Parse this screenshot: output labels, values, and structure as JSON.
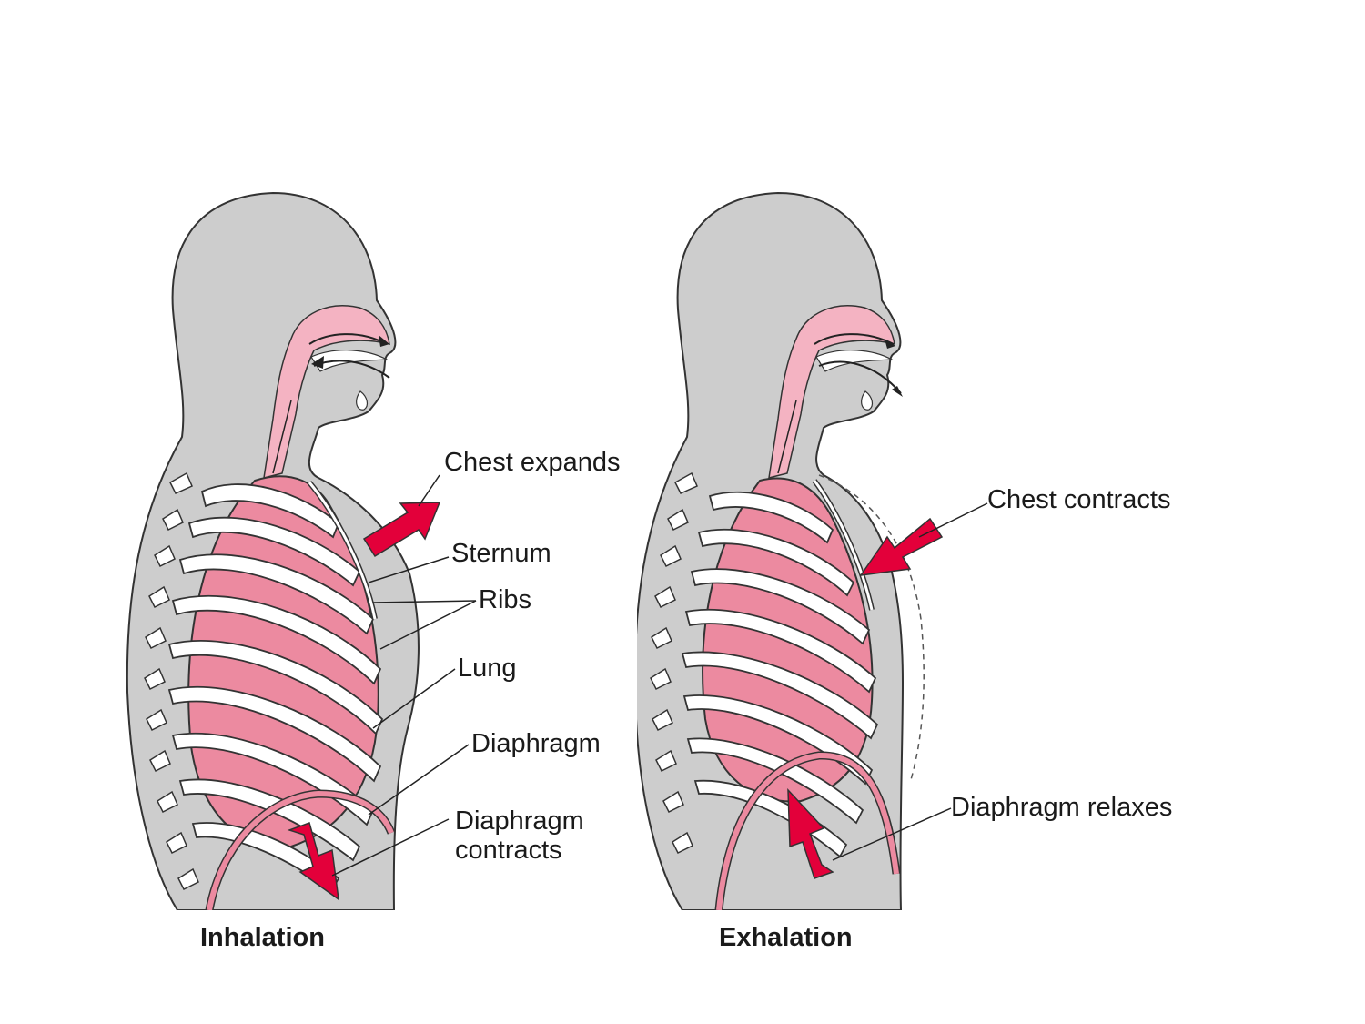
{
  "colors": {
    "body_fill": "#cdcdcd",
    "outline": "#333333",
    "lung_fill": "#ec8aa0",
    "airway_fill": "#f4b3c2",
    "rib_fill": "#ffffff",
    "arrow_red": "#e3003a",
    "label_text": "#1a1a1a"
  },
  "inhalation": {
    "caption": "Inhalation",
    "labels": {
      "chest": "Chest expands",
      "sternum": "Sternum",
      "ribs": "Ribs",
      "lung": "Lung",
      "diaphragm": "Diaphragm",
      "diaphragm_action_line1": "Diaphragm",
      "diaphragm_action_line2": "contracts"
    }
  },
  "exhalation": {
    "caption": "Exhalation",
    "labels": {
      "chest": "Chest contracts",
      "diaphragm": "Diaphragm relaxes"
    }
  }
}
